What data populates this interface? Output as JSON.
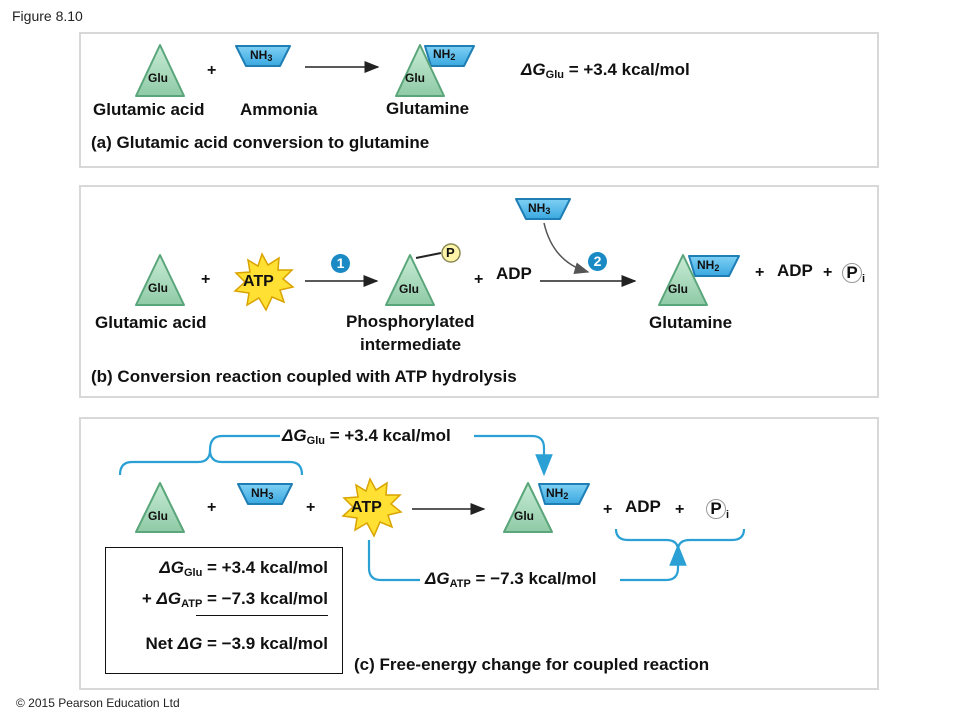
{
  "figure_title": "Figure 8.10",
  "copyright": "© 2015 Pearson Education Ltd",
  "colors": {
    "glu_fill": "#9fd4b4",
    "glu_stroke": "#5aa67a",
    "nh_fill": "#4fb6e8",
    "nh_stroke": "#1f7fb5",
    "atp_fill": "#ffe033",
    "atp_stroke": "#d9a300",
    "bracket": "#2aa0d4",
    "step_badge": "#1a8ac4",
    "phosphate_fill": "#fff5a8"
  },
  "molecules": {
    "glu": "Glu",
    "nh3_main": "NH",
    "nh3_sub": "3",
    "nh2_main": "NH",
    "nh2_sub": "2",
    "atp": "ATP",
    "adp": "ADP",
    "phosphate": "P",
    "pi_main": "P",
    "pi_sub": "i",
    "plus": "+"
  },
  "panel_a": {
    "label_glutamic_acid": "Glutamic acid",
    "label_ammonia": "Ammonia",
    "label_glutamine": "Glutamine",
    "caption": "(a) Glutamic acid conversion to glutamine",
    "eq_delta": "ΔG",
    "eq_sub": "Glu",
    "eq_value": " = +3.4 kcal/mol"
  },
  "panel_b": {
    "label_glutamic_acid": "Glutamic acid",
    "label_intermediate_1": "Phosphorylated",
    "label_intermediate_2": "intermediate",
    "label_glutamine": "Glutamine",
    "step_1": "1",
    "step_2": "2",
    "caption": "(b) Conversion reaction coupled with ATP hydrolysis"
  },
  "panel_c": {
    "top_eq_delta": "ΔG",
    "top_eq_sub": "Glu",
    "top_eq_value": " = +3.4 kcal/mol",
    "bottom_eq_delta": "ΔG",
    "bottom_eq_sub": "ATP",
    "bottom_eq_value": " = −7.3 kcal/mol",
    "caption": "(c) Free-energy change for coupled reaction",
    "summary": [
      {
        "prefix": "",
        "delta": "ΔG",
        "sub": "Glu",
        "value": " = +3.4 kcal/mol"
      },
      {
        "prefix": "+ ",
        "delta": "ΔG",
        "sub": "ATP",
        "value": " = −7.3 kcal/mol"
      },
      {
        "prefix": "Net ",
        "delta": "ΔG",
        "sub": "",
        "value": " = −3.9 kcal/mol"
      }
    ]
  }
}
